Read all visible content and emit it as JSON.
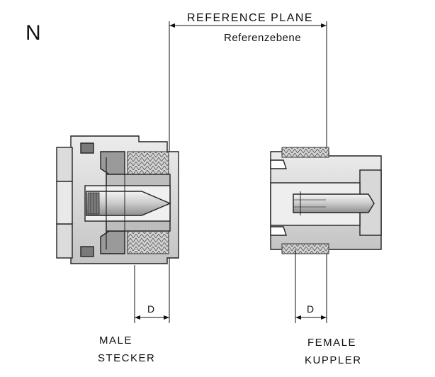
{
  "series_letter": "N",
  "reference_plane": {
    "title": "REFERENCE PLANE",
    "subtitle": "Referenzebene"
  },
  "male": {
    "caption_line1": "MALE",
    "caption_line2": "STECKER",
    "dimension_label": "D"
  },
  "female": {
    "caption_line1": "FEMALE",
    "caption_line2": "KUPPLER",
    "dimension_label": "D"
  },
  "colors": {
    "line": "#111111",
    "outline": "#222222",
    "metal_light": "#e4e4e4",
    "metal_mid": "#bfbfbf",
    "metal_dark": "#8e8e8e",
    "insulator": "#f2f2f2"
  }
}
